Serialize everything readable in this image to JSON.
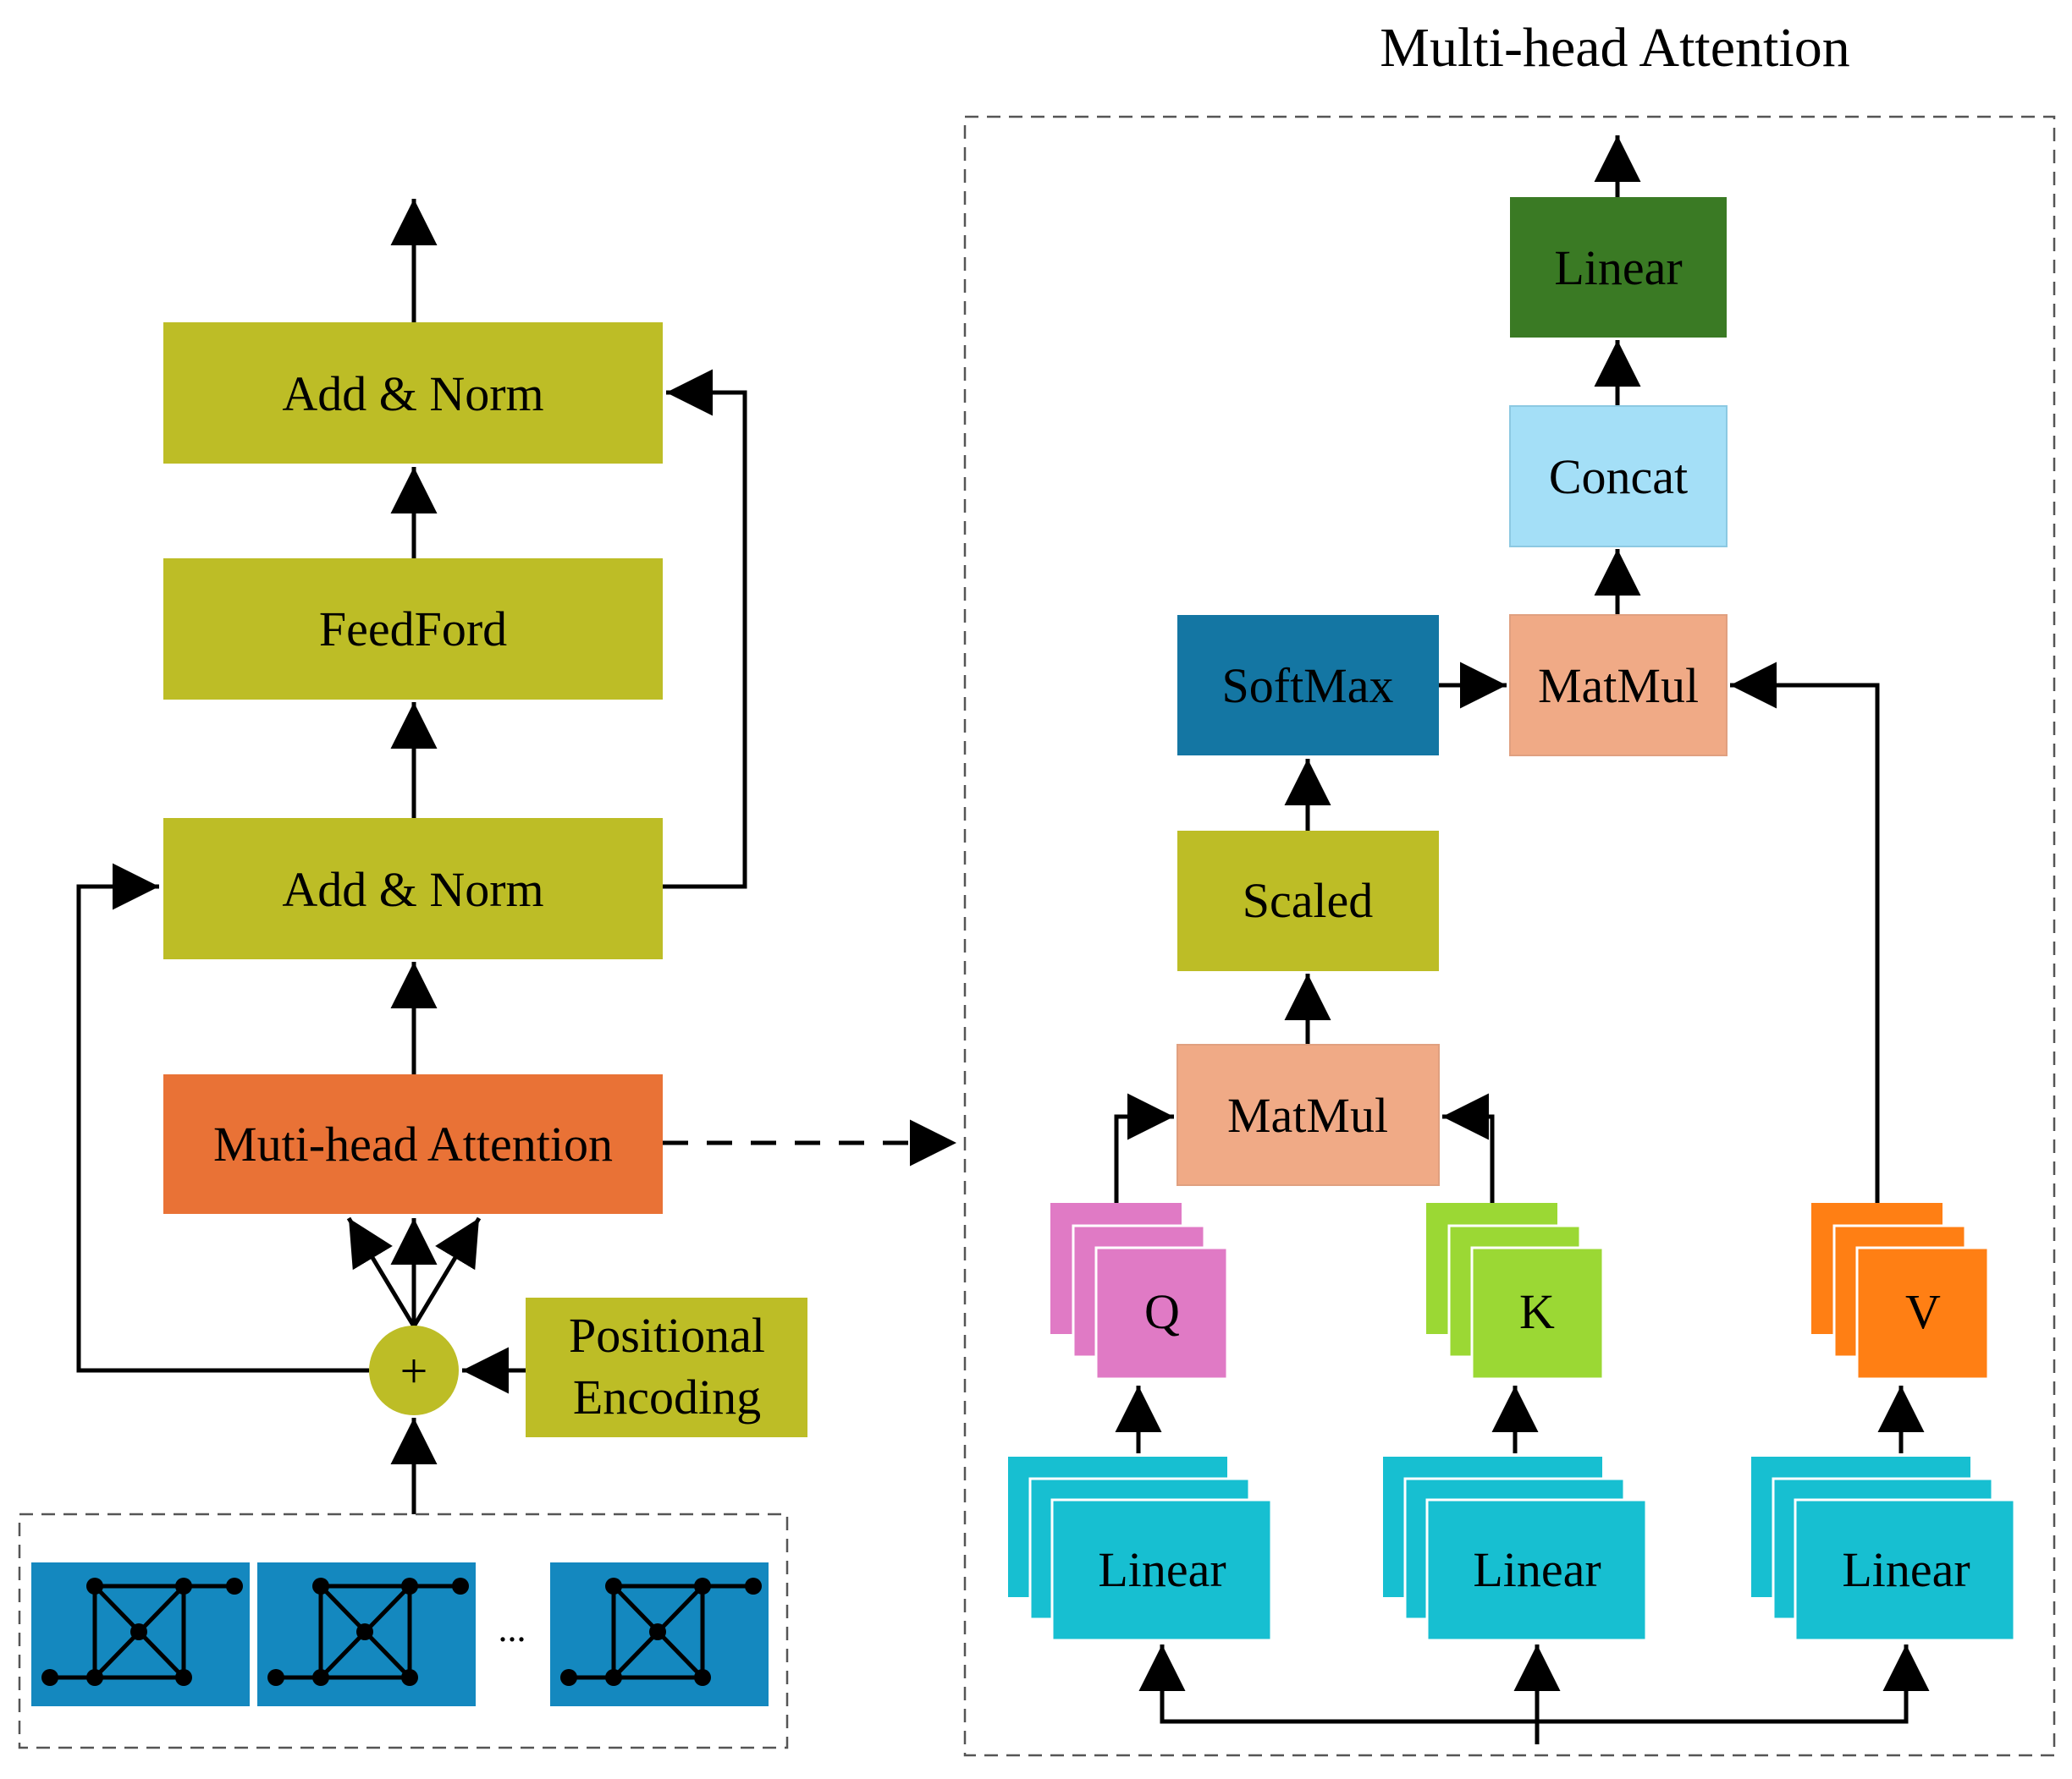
{
  "title": "Multi-head Attention",
  "encoder": {
    "add_norm_top": "Add & Norm",
    "feedforward": "FeedFord",
    "add_norm_bottom": "Add & Norm",
    "attention": "Muti-head Attention",
    "plus": "+",
    "positional_line1": "Positional",
    "positional_line2": "Encoding",
    "ellipsis": "..."
  },
  "attention_detail": {
    "linear_out": "Linear",
    "concat": "Concat",
    "softmax": "SoftMax",
    "matmul_top": "MatMul",
    "scaled": "Scaled",
    "matmul_bottom": "MatMul",
    "q": "Q",
    "k": "K",
    "v": "V",
    "linear_q": "Linear",
    "linear_k": "Linear",
    "linear_v": "Linear"
  },
  "colors": {
    "olive": "#BDBD26",
    "orange_red": "#E97236",
    "dark_green": "#3A7A24",
    "light_blue": "#A4DFF7",
    "softmax_blue": "#1476A3",
    "salmon": "#F0AA86",
    "pink": "#E07AC5",
    "lime": "#9BD834",
    "orange": "#FF7F14",
    "cyan": "#17BFD1",
    "graph_blue": "#1488BF"
  }
}
